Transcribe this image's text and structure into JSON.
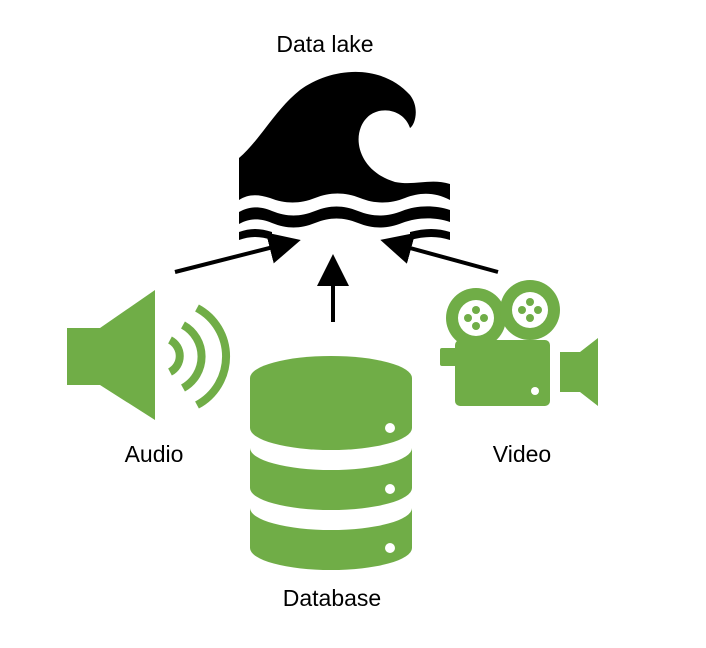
{
  "labels": {
    "data_lake": "Data lake",
    "audio": "Audio",
    "video": "Video",
    "database": "Database"
  },
  "colors": {
    "green": "#70ad47",
    "black": "#000000"
  },
  "icons": [
    "wave-icon",
    "speaker-icon",
    "database-icon",
    "video-camera-icon"
  ]
}
